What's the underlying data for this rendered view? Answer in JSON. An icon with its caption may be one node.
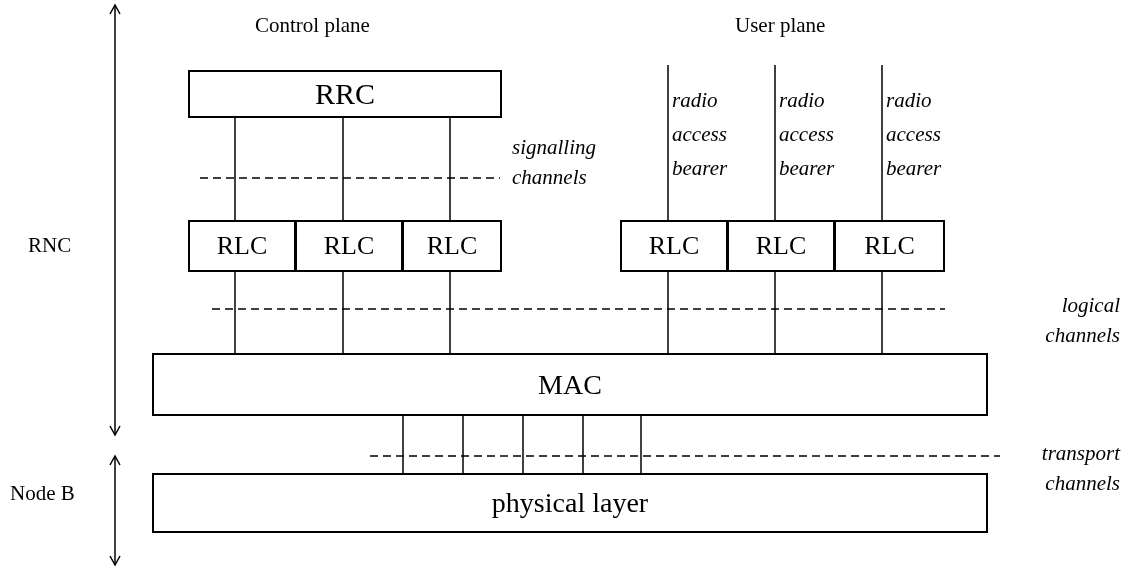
{
  "diagram": {
    "nodes": [
      {
        "text": [
          "RRC"
        ]
      },
      {
        "text": [
          "RLC"
        ]
      },
      {
        "text": [
          "RLC"
        ]
      },
      {
        "text": [
          "RLC"
        ]
      },
      {
        "text": [
          "RLC"
        ]
      },
      {
        "text": [
          "RLC"
        ]
      },
      {
        "text": [
          "RLC"
        ]
      },
      {
        "text": [
          "MAC"
        ]
      },
      {
        "text": [
          "physical layer"
        ]
      }
    ],
    "edges": [
      {
        "from": 0,
        "to": 1,
        "arrow": "none"
      },
      {
        "from": 0,
        "to": 2,
        "arrow": "none"
      },
      {
        "from": 0,
        "to": 3,
        "arrow": "none"
      },
      {
        "from": null,
        "to": 4,
        "arrow": "none",
        "label": "radio access bearer"
      },
      {
        "from": null,
        "to": 5,
        "arrow": "none",
        "label": "radio access bearer"
      },
      {
        "from": null,
        "to": 6,
        "arrow": "none",
        "label": "radio access bearer"
      },
      {
        "from": 1,
        "to": 7,
        "arrow": "none"
      },
      {
        "from": 2,
        "to": 7,
        "arrow": "none"
      },
      {
        "from": 3,
        "to": 7,
        "arrow": "none"
      },
      {
        "from": 4,
        "to": 7,
        "arrow": "none"
      },
      {
        "from": 5,
        "to": 7,
        "arrow": "none"
      },
      {
        "from": 6,
        "to": 7,
        "arrow": "none"
      },
      {
        "from": 7,
        "to": 8,
        "arrow": "none"
      },
      {
        "from": 7,
        "to": 8,
        "arrow": "none"
      },
      {
        "from": 7,
        "to": 8,
        "arrow": "none"
      },
      {
        "from": 7,
        "to": 8,
        "arrow": "none"
      },
      {
        "from": 7,
        "to": 8,
        "arrow": "none"
      }
    ],
    "labels": [
      "Control plane",
      "User plane",
      "signalling channels",
      "RNC",
      "logical channels",
      "transport channels",
      "Node B"
    ]
  }
}
